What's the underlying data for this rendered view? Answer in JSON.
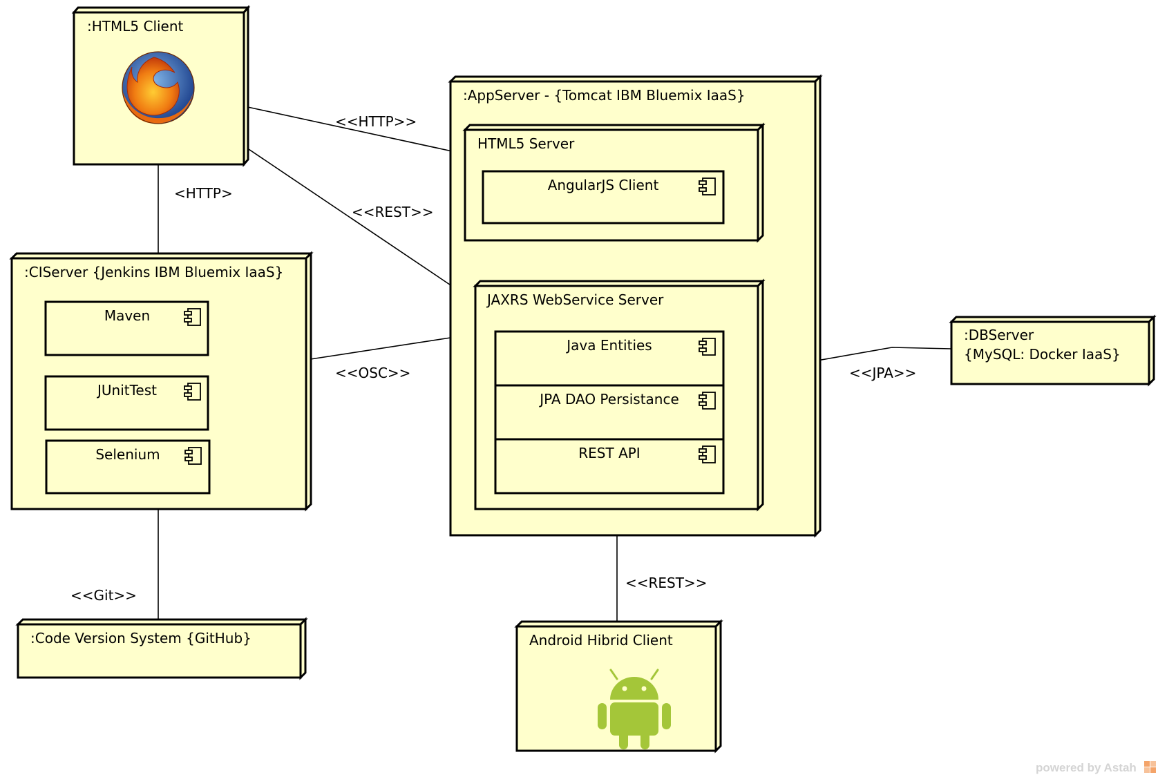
{
  "nodes": {
    "html5_client": ":HTML5 Client",
    "app_server": ":AppServer - {Tomcat IBM Bluemix IaaS}",
    "html5_server": "HTML5 Server",
    "jaxrs_server": "JAXRS WebService Server",
    "ci_server": ":CIServer {Jenkins IBM Bluemix IaaS}",
    "db_server_line1": ":DBServer",
    "db_server_line2": "{MySQL: Docker IaaS}",
    "code_version": ":Code Version System {GitHub}",
    "android_client": "Android Hibrid Client"
  },
  "components": {
    "angularjs": "AngularJS  Client",
    "maven": "Maven",
    "junit": "JUnitTest",
    "selenium": "Selenium",
    "java_entities": "Java Entities",
    "jpa_dao": "JPA DAO Persistance",
    "rest_api": "REST API"
  },
  "connections": {
    "http_client_app": "<<HTTP>>",
    "rest_client_jaxrs": "<<REST>>",
    "http_client_ci": "<HTTP>",
    "osc": "<<OSC>>",
    "jpa": "<<JPA>>",
    "git": "<<Git>>",
    "rest_android": "<<REST>>"
  },
  "icons": {
    "browser": "firefox-logo-icon",
    "android": "android-robot-icon",
    "component": "uml-component-icon"
  },
  "colors": {
    "node_fill": "#ffffcc",
    "android_green": "#a4c639"
  },
  "watermark": "powered by Astah"
}
